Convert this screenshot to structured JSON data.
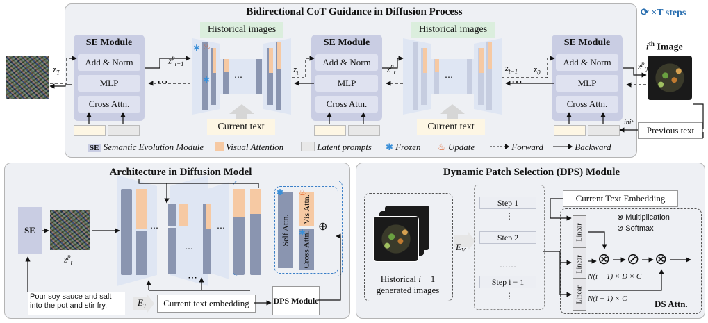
{
  "top": {
    "title": "Bidirectional CoT Guidance in Diffusion Process",
    "steps_label": "×T steps",
    "se_modules": [
      {
        "title": "SE Module",
        "rows": [
          "Add & Norm",
          "MLP",
          "Cross Attn."
        ]
      },
      {
        "title": "SE Module",
        "rows": [
          "Add & Norm",
          "MLP",
          "Cross Attn."
        ]
      },
      {
        "title": "SE Module",
        "rows": [
          "Add & Norm",
          "MLP",
          "Cross Attn."
        ]
      }
    ],
    "historical_label": "Historical images",
    "current_text_label": "Current text",
    "var_zT": "z",
    "var_zT_sub": "T",
    "var_zpt1": "z",
    "var_zpt1_sub": "t+1",
    "var_zpt1_sup": "p",
    "var_zt": "z",
    "var_zt_sub": "t",
    "var_zpt": "z",
    "var_zpt_sub": "t",
    "var_zpt_sup": "p",
    "var_zt1": "z",
    "var_zt1_sub": "t−1",
    "var_z0": "z",
    "var_z0_sub": "0",
    "var_zp0": "z",
    "var_zp0_sub": "0",
    "var_zp0_sup": "p",
    "ith_image_i": "i",
    "ith_image_sup": "th",
    "ith_image_label": " Image",
    "init_label": "init",
    "previous_text": "Previous text",
    "ellipsis": "⋯",
    "legend": {
      "se_abbrev": "SE",
      "se_label": "Semantic Evolution Module",
      "visual_attention": "Visual Attention",
      "latent_prompts": "Latent prompts",
      "frozen": "Frozen",
      "update": "Update",
      "forward": "Forward",
      "backward": "Backward"
    }
  },
  "arch": {
    "title": "Architecture in Diffusion Model",
    "se": "SE",
    "zpt": "z",
    "zpt_sub": "t",
    "zpt_sup": "p",
    "self_attn": "Self Attn.",
    "cross_attn": "Cross Attn.",
    "vis_attn": "Vis Attn.",
    "prompt": "Pour soy sauce and salt into the pot and stir fry.",
    "et": "E",
    "et_sub": "T",
    "current_text_embedding": "Current text embedding",
    "dps_module": "DPS Module",
    "dots": "⋯"
  },
  "dps": {
    "title": "Dynamic Patch Selection  (DPS) Module",
    "historical_caption_1": "Historical",
    "historical_caption_i": "i",
    "historical_caption_minus": " − 1",
    "historical_caption_2": "generated images",
    "ev": "E",
    "ev_sub": "V",
    "steps": [
      "Step 1",
      "Step 2",
      "……",
      "Step  i − 1"
    ],
    "step_dots": "⋮",
    "current_text_embedding": "Current Text Embedding",
    "linear": "Linear",
    "multiplication": "Multiplication",
    "softmax": "Softmax",
    "dim1": "N(i − 1) × D × C",
    "dim2": "N(i − 1) × C",
    "ds_attn": "DS Attn."
  }
}
